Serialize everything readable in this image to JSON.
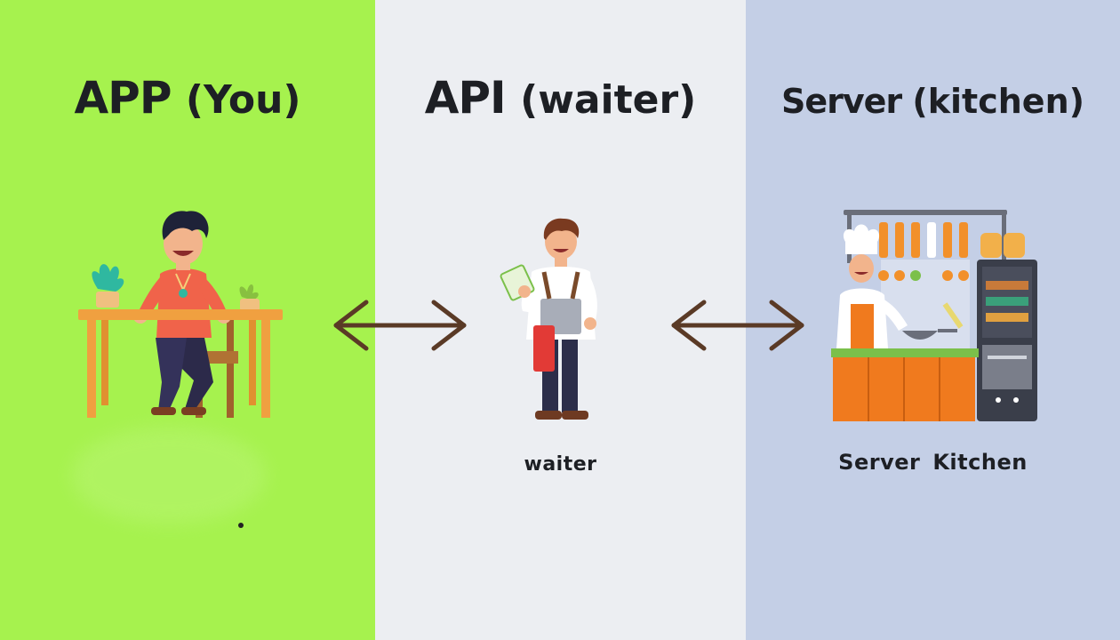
{
  "panels": {
    "app": {
      "title_main": "APP",
      "title_paren": "(You)",
      "bg": "#a6f24e"
    },
    "api": {
      "title_main": "API",
      "title_paren": "(waiter)",
      "caption": "waiter",
      "bg": "#eceef2"
    },
    "server": {
      "title_main": "Server",
      "title_paren": "(kitchen)",
      "caption_a": "Server",
      "caption_b": "Kitchen",
      "bg": "#c4cfe6"
    }
  },
  "arrows": {
    "color": "#5a3a26"
  },
  "icons": [
    "person-at-desk-icon",
    "waiter-icon",
    "chef-kitchen-icon",
    "double-arrow-icon"
  ]
}
